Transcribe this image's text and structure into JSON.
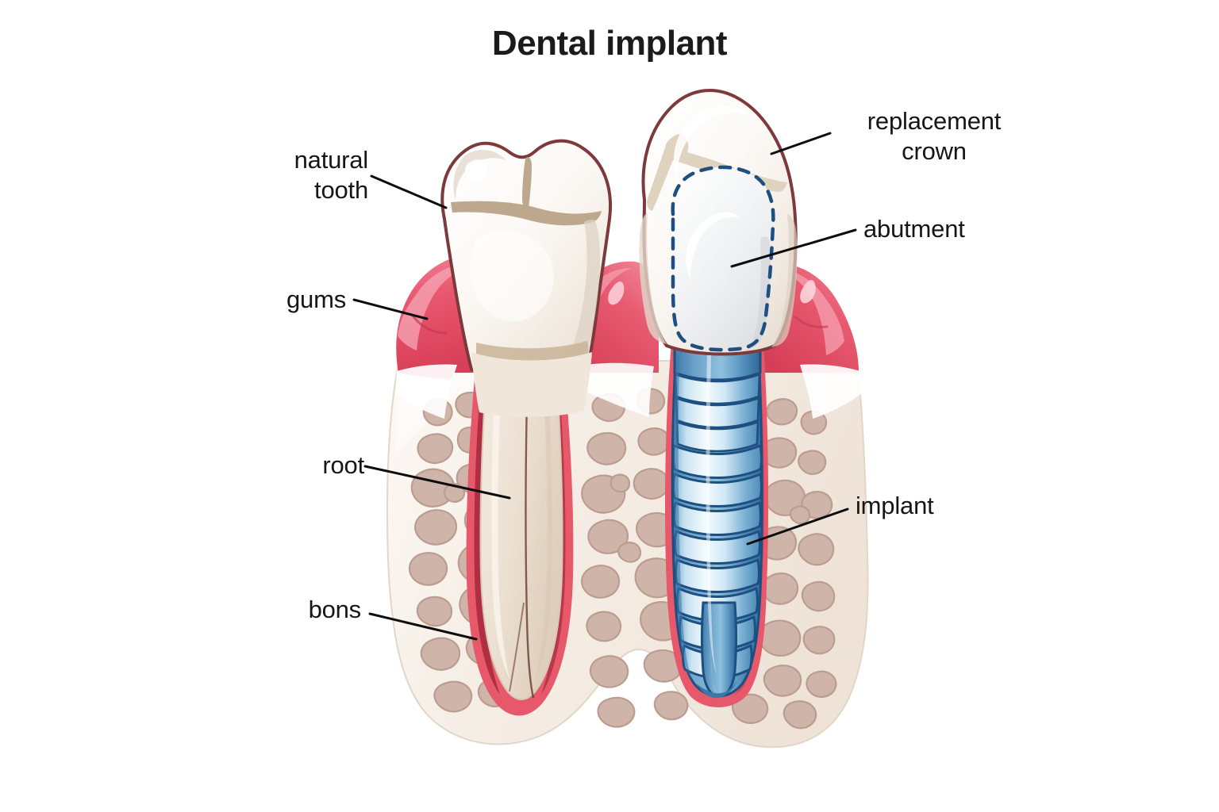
{
  "figure": {
    "title": "Dental implant",
    "background_color": "#ffffff"
  },
  "labels": {
    "natural_tooth": "natural\ntooth",
    "gums": "gums",
    "root": "root",
    "bons": "bons",
    "replacement_crown": "replacement\ncrown",
    "abutment": "abutment",
    "implant": "implant"
  },
  "palette": {
    "title_text": "#1b1b1b",
    "label_text": "#161616",
    "leader_line": "#0d0d0d",
    "enamel_fill": "#fdfcfa",
    "enamel_outline": "#7d3a3c",
    "enamel_shadow": "#e6ded6",
    "fissure_tan": "#bda88e",
    "gum_pink": "#e8556e",
    "gum_pink_light": "#f08da0",
    "gum_pink_dark": "#d33f58",
    "cortical_white": "#fcf7f3",
    "bone_cream": "#f4ece4",
    "bone_cream_edge": "#ded2c6",
    "trabecula_fill": "#cfb5a9",
    "trabecula_edge": "#bb9d90",
    "dentin_cream": "#eee3d8",
    "dentin_edge": "#d8c8b8",
    "pulp_line": "#9a2233",
    "pdl_pink": "#e8586b",
    "implant_light": "#e2eff8",
    "implant_mid": "#aacfe4",
    "implant_steel": "#5b95bd",
    "implant_deep": "#3a78a8",
    "implant_outline": "#1d4f81",
    "abutment_dashed": "#1d4f81",
    "abutment_fill": "#f0f1f2"
  },
  "anatomy": {
    "left_structure": "natural tooth with crown, root and surrounding gum and jaw bone",
    "right_structure": "dental implant with replacement crown, abutment and threaded titanium screw in bone"
  }
}
